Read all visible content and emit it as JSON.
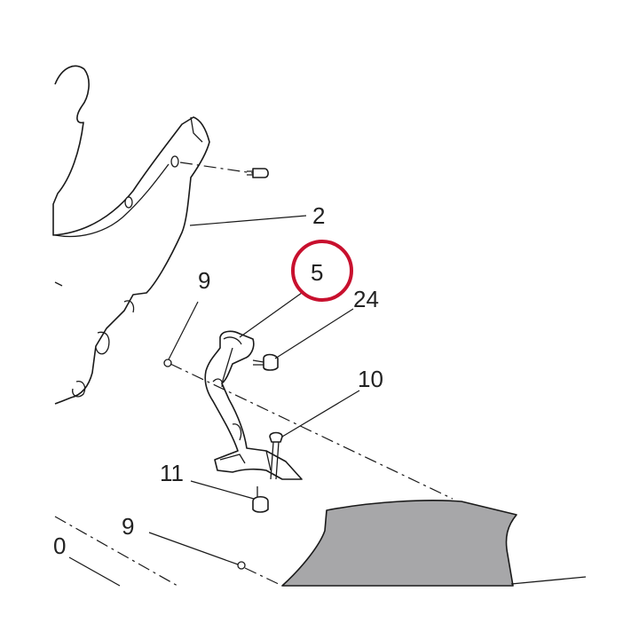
{
  "callouts": {
    "c2": "2",
    "c5": "5",
    "c9a": "9",
    "c24": "24",
    "c10": "10",
    "c11": "11",
    "c9b": "9",
    "c0": "0"
  },
  "colors": {
    "line": "#1a1a1a",
    "highlight_circle": "#c8102e",
    "fairing_fill": "#a7a7a9",
    "background": "#ffffff"
  }
}
